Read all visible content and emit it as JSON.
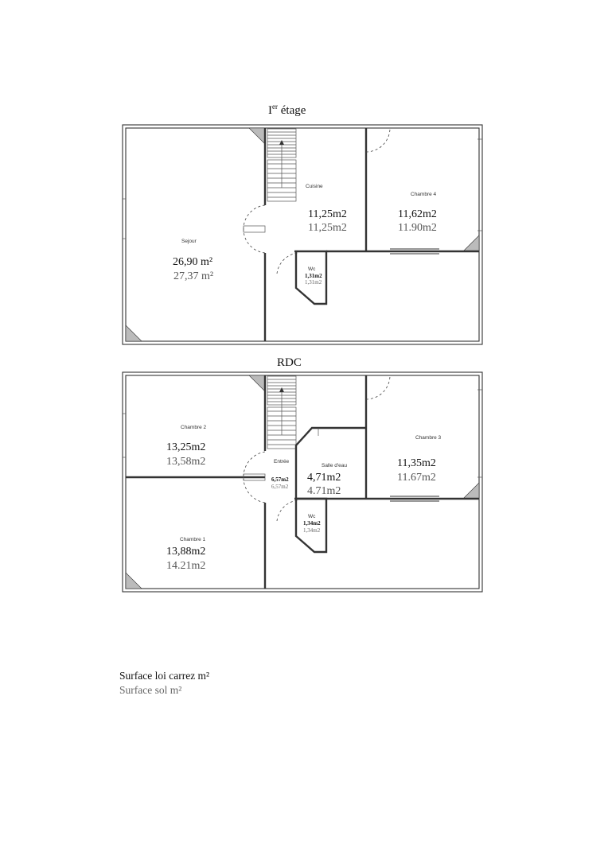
{
  "floor_upper": {
    "title": "Ier étage",
    "rooms": {
      "sejour": {
        "name": "Sejour",
        "area_carrez": "26,90 m²",
        "area_sol": "27,37 m²"
      },
      "cuisine": {
        "name": "Cuisine",
        "area_carrez": "11,25m2",
        "area_sol": "11,25m2"
      },
      "chambre4": {
        "name": "Chambre 4",
        "area_carrez": "11,62m2",
        "area_sol": "11.90m2"
      },
      "wc": {
        "name": "Wc",
        "area_carrez": "1,31m2",
        "area_sol": "1,31m2"
      }
    }
  },
  "floor_ground": {
    "title": "RDC",
    "rooms": {
      "chambre2": {
        "name": "Chambre 2",
        "area_carrez": "13,25m2",
        "area_sol": "13,58m2"
      },
      "chambre1": {
        "name": "Chambre 1",
        "area_carrez": "13,88m2",
        "area_sol": "14.21m2"
      },
      "entree": {
        "name": "Entrée",
        "area_carrez": "6,57m2",
        "area_sol": "6,57m2"
      },
      "salle_eau": {
        "name": "Salle d'eau",
        "area_carrez": "4,71m2",
        "area_sol": "4.71m2"
      },
      "chambre3": {
        "name": "Chambre 3",
        "area_carrez": "11,35m2",
        "area_sol": "11.67m2"
      },
      "wc": {
        "name": "Wc",
        "area_carrez": "1,34m2",
        "area_sol": "1,34m2"
      }
    }
  },
  "legend": {
    "carrez": "Surface loi carrez m²",
    "sol": "Surface sol m²"
  }
}
